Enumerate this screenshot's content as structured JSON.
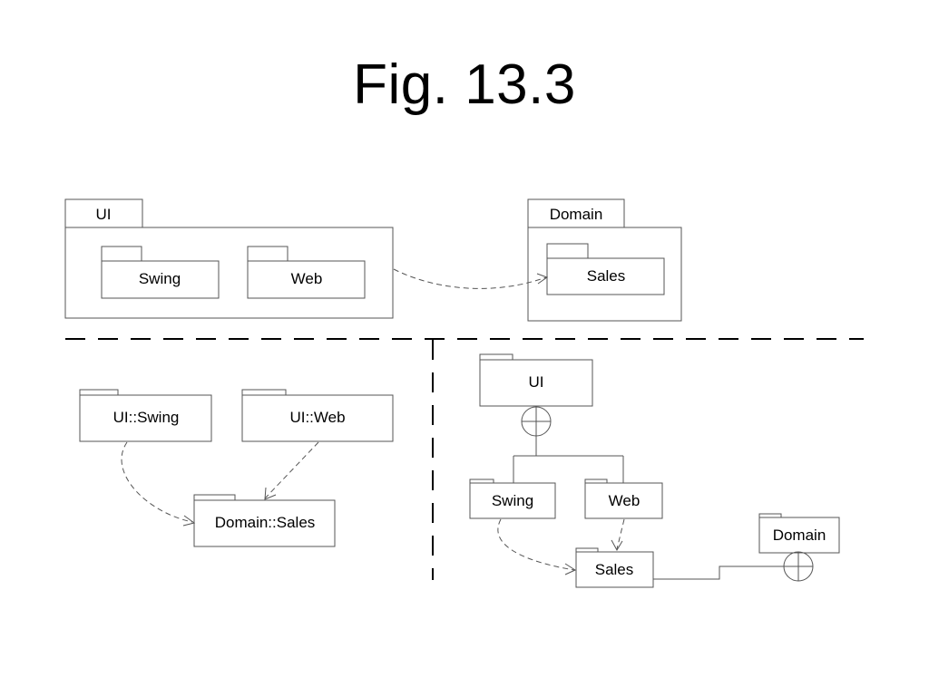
{
  "title": "Fig. 13.3",
  "top_section": {
    "ui_package": "UI",
    "ui_children": [
      "Swing",
      "Web"
    ],
    "domain_package": "Domain",
    "domain_child": "Sales"
  },
  "bottom_left": {
    "packages": [
      "UI::Swing",
      "UI::Web",
      "Domain::Sales"
    ]
  },
  "bottom_right": {
    "ui_package": "UI",
    "ui_children": [
      "Swing",
      "Web"
    ],
    "sales_package": "Sales",
    "domain_package": "Domain"
  }
}
